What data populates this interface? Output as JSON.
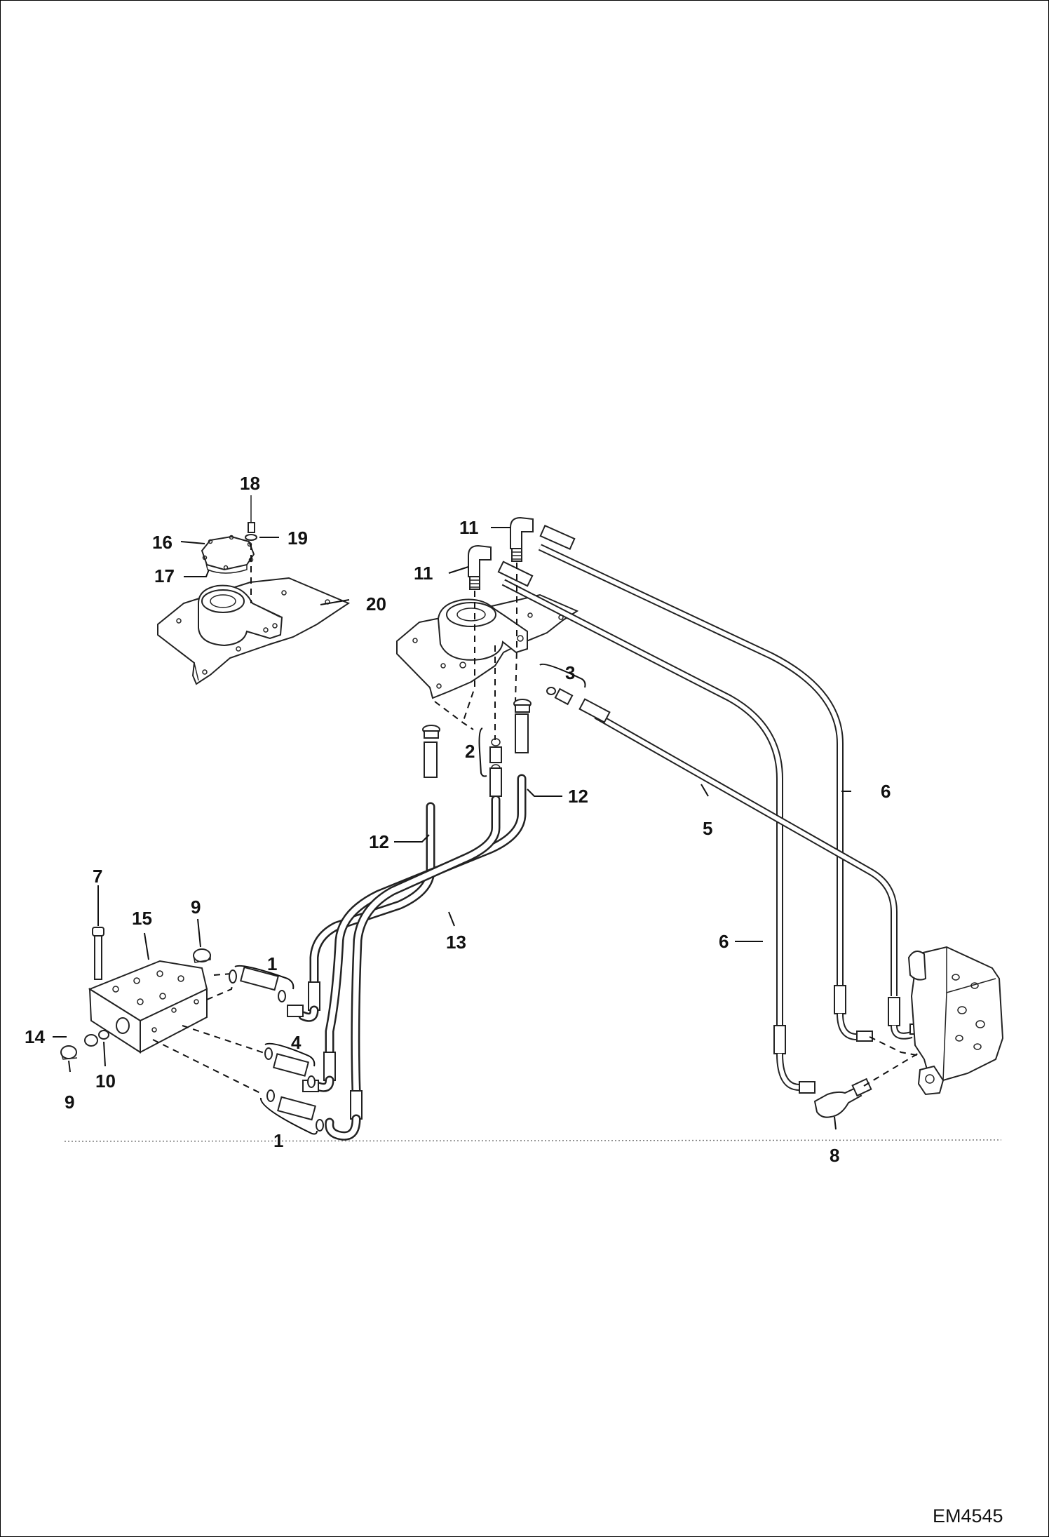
{
  "drawing_code": "EM4545",
  "callouts": [
    {
      "id": "c18",
      "text": "18"
    },
    {
      "id": "c16",
      "text": "16"
    },
    {
      "id": "c19",
      "text": "19"
    },
    {
      "id": "c17",
      "text": "17"
    },
    {
      "id": "c20",
      "text": "20"
    },
    {
      "id": "c11a",
      "text": "11"
    },
    {
      "id": "c11b",
      "text": "11"
    },
    {
      "id": "c3",
      "text": "3"
    },
    {
      "id": "c2",
      "text": "2"
    },
    {
      "id": "c12a",
      "text": "12"
    },
    {
      "id": "c12b",
      "text": "12"
    },
    {
      "id": "c6a",
      "text": "6"
    },
    {
      "id": "c5",
      "text": "5"
    },
    {
      "id": "c7",
      "text": "7"
    },
    {
      "id": "c15",
      "text": "15"
    },
    {
      "id": "c9a",
      "text": "9"
    },
    {
      "id": "c13",
      "text": "13"
    },
    {
      "id": "c6b",
      "text": "6"
    },
    {
      "id": "c1a",
      "text": "1"
    },
    {
      "id": "c4",
      "text": "4"
    },
    {
      "id": "c14",
      "text": "14"
    },
    {
      "id": "c9b",
      "text": "9"
    },
    {
      "id": "c10",
      "text": "10"
    },
    {
      "id": "c1b",
      "text": "1"
    },
    {
      "id": "c8",
      "text": "8"
    }
  ]
}
